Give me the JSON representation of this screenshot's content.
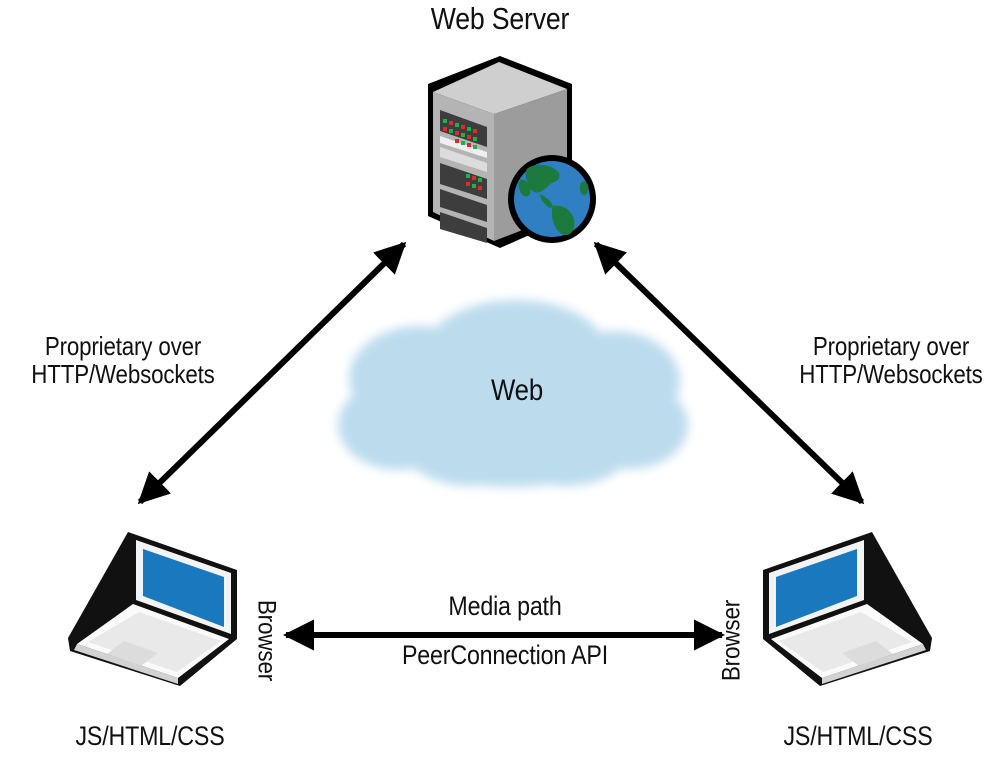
{
  "diagram": {
    "title": "Web Server",
    "nodes": {
      "server": {
        "label": "Web Server",
        "icon": "server-tower-icon",
        "globe_icon": "globe-icon"
      },
      "cloud": {
        "label": "Web",
        "icon": "cloud-icon"
      },
      "left_client": {
        "icon": "laptop-icon",
        "side_label": "Browser",
        "stack_label": "JS/HTML/CSS"
      },
      "right_client": {
        "icon": "laptop-icon",
        "side_label": "Browser",
        "stack_label": "JS/HTML/CSS"
      }
    },
    "connections": {
      "left_signaling": {
        "line1": "Proprietary over",
        "line2": "HTTP/Websockets",
        "arrow": "double-headed-arrow-icon"
      },
      "right_signaling": {
        "line1": "Proprietary over",
        "line2": "HTTP/Websockets",
        "arrow": "double-headed-arrow-icon"
      },
      "media": {
        "line1": "Media path",
        "line2": "PeerConnection API",
        "arrow": "double-headed-arrow-icon"
      }
    },
    "colors": {
      "cloud_fill": "#bcdcee",
      "laptop_screen": "#1a78be",
      "laptop_body": "#f1f1f1",
      "laptop_outline": "#111111",
      "server_front": "#b3b3b3",
      "server_side": "#9a9a9a",
      "server_top": "#cccccc",
      "server_bay": "#3d3d3d",
      "globe_ocean": "#2f7fc2",
      "globe_land": "#1d7a3e",
      "led_red": "#e02a2a",
      "led_green": "#1fb04a",
      "stroke": "#000000",
      "text": "#111111"
    }
  }
}
